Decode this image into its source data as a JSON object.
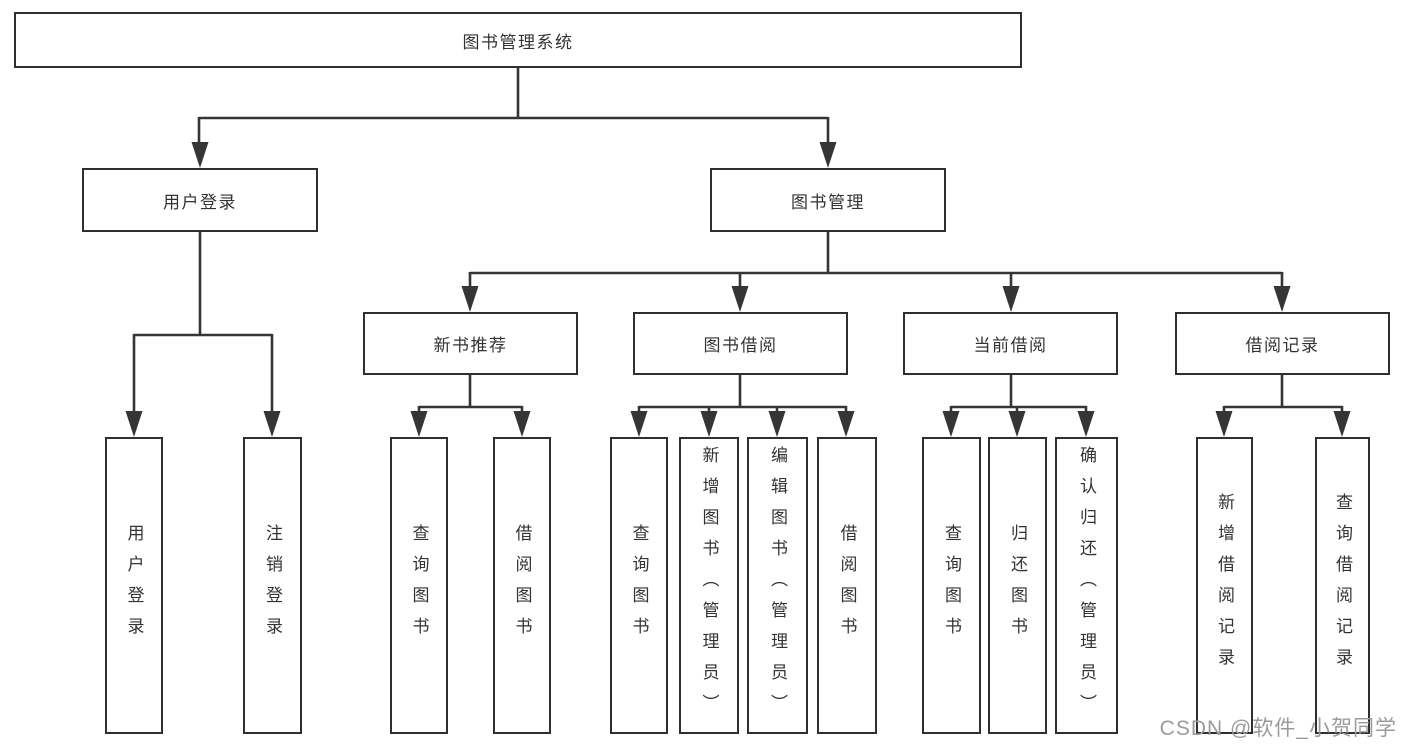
{
  "tree": {
    "root": {
      "label": "图书管理系统"
    },
    "branches": [
      {
        "label": "用户登录",
        "children": [
          {
            "label": "用户登录"
          },
          {
            "label": "注销登录"
          }
        ]
      },
      {
        "label": "图书管理",
        "groups": [
          {
            "label": "新书推荐",
            "children": [
              {
                "label": "查询图书"
              },
              {
                "label": "借阅图书"
              }
            ]
          },
          {
            "label": "图书借阅",
            "children": [
              {
                "label": "查询图书"
              },
              {
                "label": "新增图书（管理员）"
              },
              {
                "label": "编辑图书（管理员）"
              },
              {
                "label": "借阅图书"
              }
            ]
          },
          {
            "label": "当前借阅",
            "children": [
              {
                "label": "查询图书"
              },
              {
                "label": "归还图书"
              },
              {
                "label": "确认归还（管理员）"
              }
            ]
          },
          {
            "label": "借阅记录",
            "children": [
              {
                "label": "新增借阅记录"
              },
              {
                "label": "查询借阅记录"
              }
            ]
          }
        ]
      }
    ]
  },
  "watermark": {
    "prefix": "CSDN @",
    "username": "软件_小贺同学"
  },
  "colors": {
    "line": "#353535",
    "box_border": "#2f2f2f",
    "text": "#333333",
    "background": "#ffffff",
    "watermark": "#9b9b9d"
  }
}
